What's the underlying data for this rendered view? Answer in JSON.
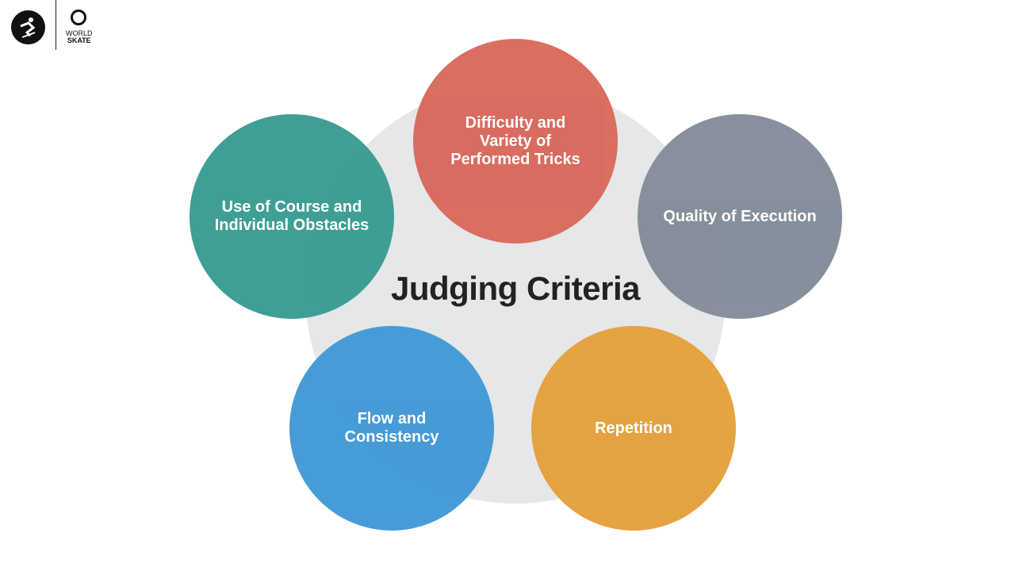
{
  "logo": {
    "brand": "WORLD SKATE",
    "line1": "WORLD",
    "line2": "SKATE"
  },
  "title": "Judging Criteria",
  "criteria": [
    {
      "label": "Difficulty and Variety of Performed Tricks",
      "color": "#d9695c"
    },
    {
      "label": "Use of Course and Individual Obstacles",
      "color": "#3a9c91"
    },
    {
      "label": "Quality of Execution",
      "color": "#838c99"
    },
    {
      "label": "Flow and Consistency",
      "color": "#4199d6"
    },
    {
      "label": "Repetition",
      "color": "#e5a03c"
    }
  ]
}
